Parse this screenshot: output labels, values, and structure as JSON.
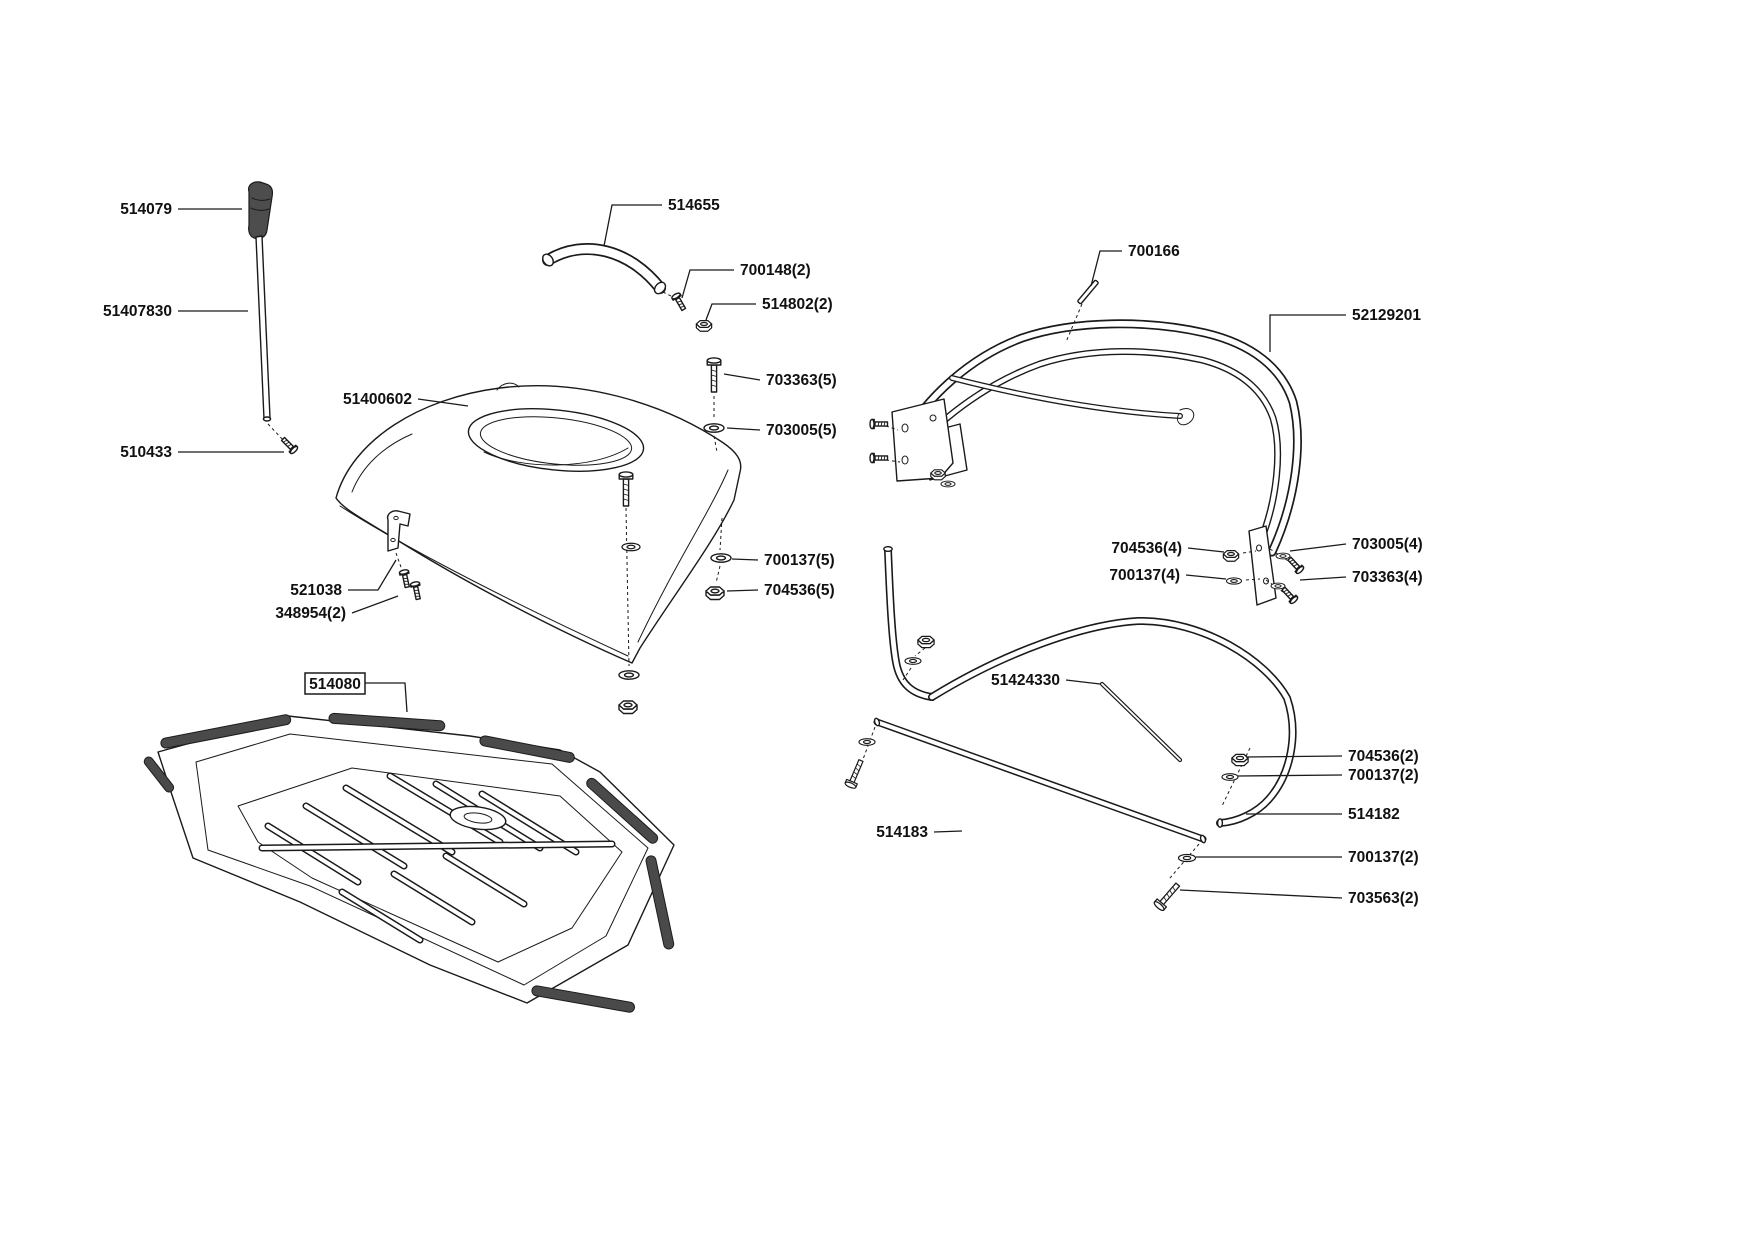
{
  "meta": {
    "background": "#ffffff",
    "ink": "#1a1a1a",
    "accent_fill": "#4a4a4a"
  },
  "labels": {
    "p514079": {
      "text": "514079"
    },
    "p51407830": {
      "text": "51407830"
    },
    "p510433": {
      "text": "510433"
    },
    "p514655": {
      "text": "514655"
    },
    "p700148_2": {
      "text": "700148(2)"
    },
    "p514802_2": {
      "text": "514802(2)"
    },
    "p703363_5": {
      "text": "703363(5)"
    },
    "p703005_5": {
      "text": "703005(5)"
    },
    "p51400602": {
      "text": "51400602"
    },
    "p700137_5": {
      "text": "700137(5)"
    },
    "p704536_5": {
      "text": "704536(5)"
    },
    "p521038": {
      "text": "521038"
    },
    "p348954_2": {
      "text": "348954(2)"
    },
    "p514080": {
      "text": "514080"
    },
    "p700166": {
      "text": "700166"
    },
    "p52129201": {
      "text": "52129201"
    },
    "p704536_4": {
      "text": "704536(4)"
    },
    "p700137_4": {
      "text": "700137(4)"
    },
    "p703005_4": {
      "text": "703005(4)"
    },
    "p703363_4": {
      "text": "703363(4)"
    },
    "p51424330": {
      "text": "51424330"
    },
    "p704536_2": {
      "text": "704536(2)"
    },
    "p700137_2a": {
      "text": "700137(2)"
    },
    "p514182": {
      "text": "514182"
    },
    "p514183": {
      "text": "514183"
    },
    "p700137_2b": {
      "text": "700137(2)"
    },
    "p703563_2": {
      "text": "703563(2)"
    }
  }
}
